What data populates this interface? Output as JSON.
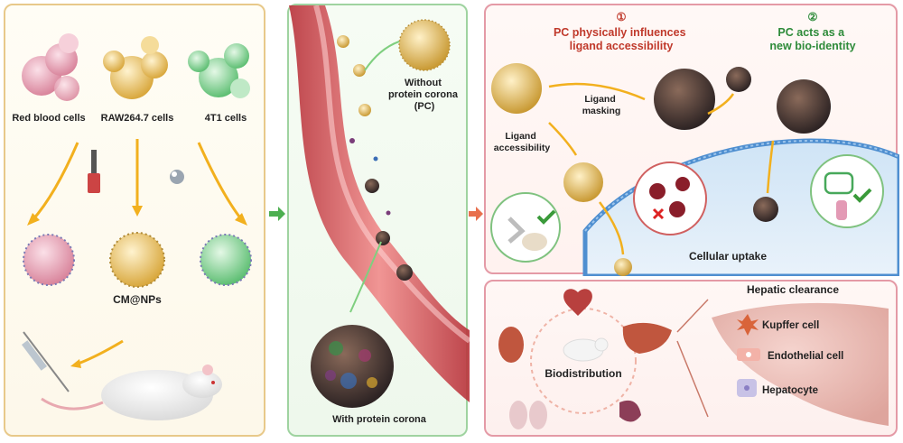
{
  "left": {
    "cells": [
      "Red blood cells",
      "RAW264.7 cells",
      "4T1 cells"
    ],
    "product": "CM@NPs"
  },
  "middle": {
    "without_pc": [
      "Without",
      "protein corona",
      "(PC)"
    ],
    "with_pc": "With protein corona"
  },
  "top_right": {
    "title1_num": "①",
    "title1": [
      "PC physically influences",
      "ligand accessibility"
    ],
    "title2_num": "②",
    "title2": [
      "PC acts as a",
      "new bio-identity"
    ],
    "ligand_accessibility": [
      "Ligand",
      "accessibility"
    ],
    "ligand_masking": [
      "Ligand",
      "masking"
    ],
    "cellular_uptake": "Cellular uptake"
  },
  "bottom_right": {
    "biodistribution": "Biodistribution",
    "hepatic_clearance": "Hepatic clearance",
    "kupffer": "Kupffer cell",
    "endothelial": "Endothelial cell",
    "hepatocyte": "Hepatocyte"
  },
  "colors": {
    "arrow_gold": "#f2b01e",
    "rbc_pink": "#e89bb0",
    "macrophage_gold": "#e8c46a",
    "tumor_green": "#7fd08e",
    "corona_dark": "#5a3a3a",
    "vessel_red": "#d9534f"
  }
}
